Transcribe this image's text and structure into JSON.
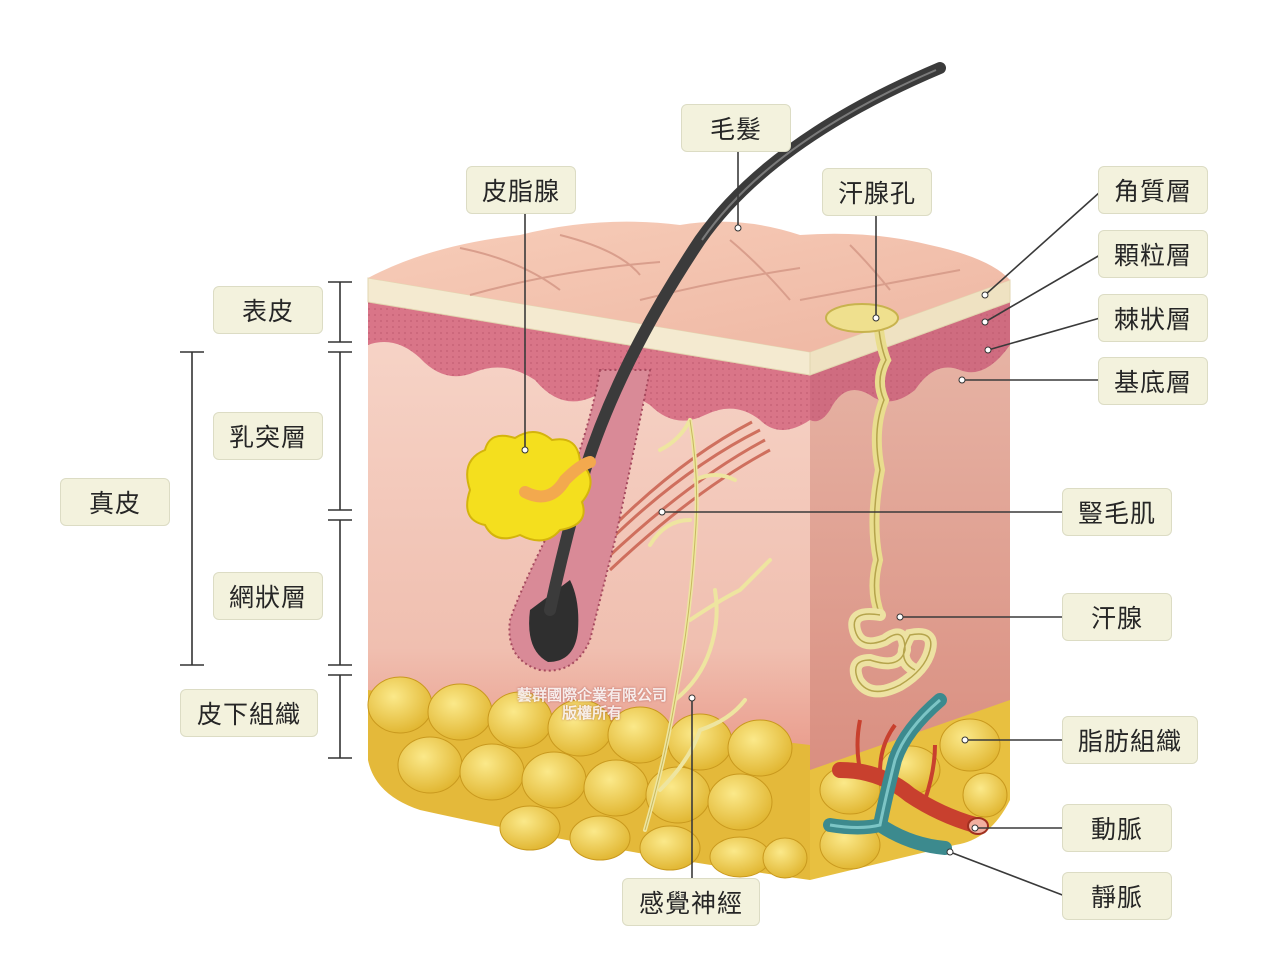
{
  "labels": {
    "hair": "毛髮",
    "sebaceous_gland": "皮脂腺",
    "sweat_pore": "汗腺孔",
    "stratum_corneum": "角質層",
    "stratum_granulosum": "顆粒層",
    "stratum_spinosum": "棘狀層",
    "stratum_basale": "基底層",
    "epidermis": "表皮",
    "papillary_layer": "乳突層",
    "dermis": "真皮",
    "reticular_layer": "網狀層",
    "subcutaneous_tissue": "皮下組織",
    "arrector_pili": "豎毛肌",
    "sweat_gland": "汗腺",
    "adipose_tissue": "脂肪組織",
    "artery": "動脈",
    "vein": "靜脈",
    "sensory_nerve": "感覺神經"
  },
  "watermark": {
    "line1": "藝群國際企業有限公司",
    "line2": "版權所有"
  },
  "colors": {
    "label_bg": "#f3f2dd",
    "leader_line": "#3a3a3a",
    "dermis": "#f2c4b6",
    "epidermis": "#d9788a",
    "corneum": "#f5ecd2",
    "fat": "#f1cf47",
    "hair": "#3b3b3b",
    "artery": "#c8402e",
    "vein": "#3c8a8e",
    "nerve": "#eee5a0"
  }
}
